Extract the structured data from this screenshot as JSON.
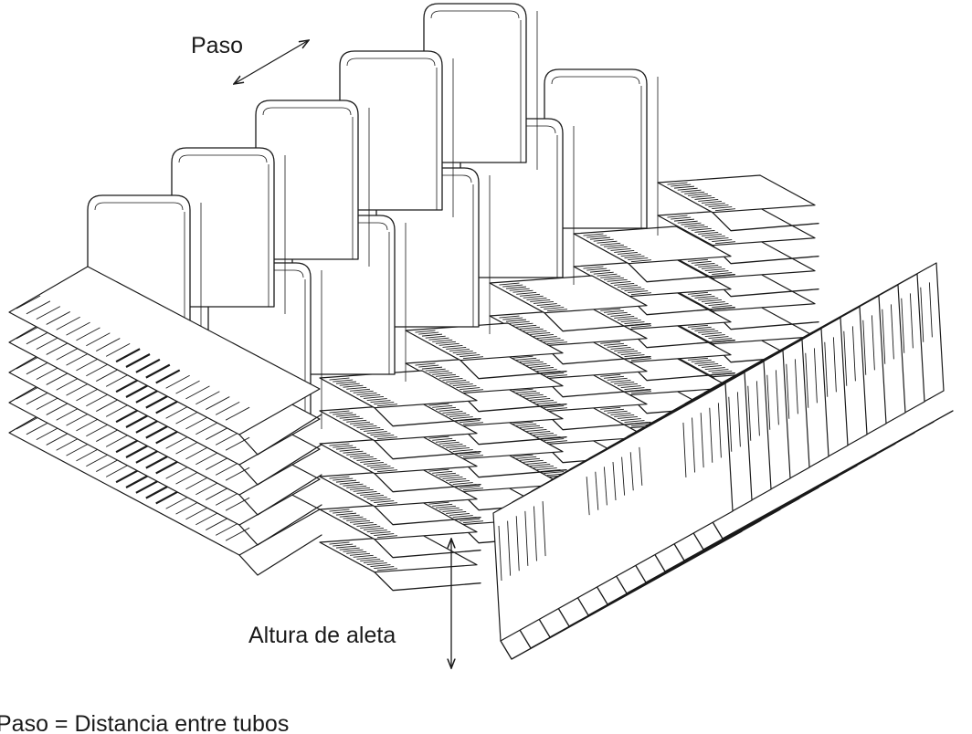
{
  "labels": {
    "paso": "Paso",
    "altura_de_aleta": "Altura de aleta",
    "definition": "Paso = Distancia entre tubos"
  },
  "colors": {
    "background": "#ffffff",
    "stroke": "#1a1a1a"
  }
}
